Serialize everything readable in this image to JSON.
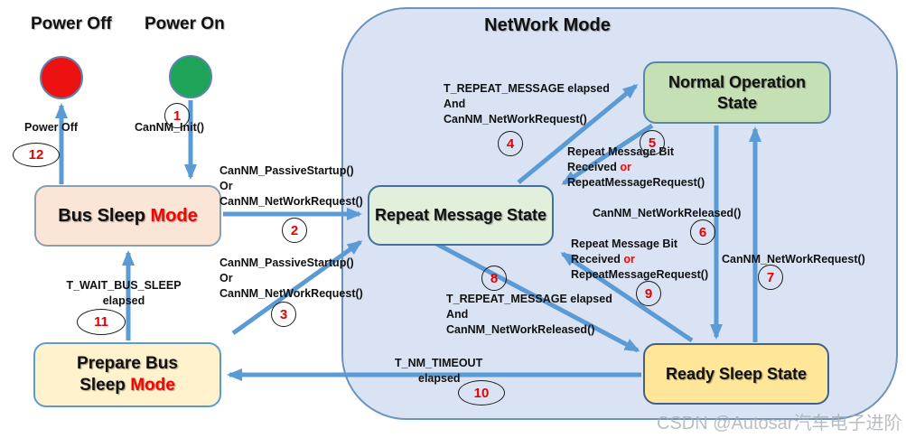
{
  "page": {
    "power_off_label": "Power Off",
    "power_on_label": "Power On",
    "watermark": "CSDN @Autosar汽车电子进阶"
  },
  "network_mode": {
    "title_main": "NetWork ",
    "title_accent": "Mode"
  },
  "states": {
    "bus_sleep": {
      "text_main": "Bus Sleep ",
      "text_accent": "Mode"
    },
    "prepare": {
      "line1": "Prepare Bus",
      "line2_main": "Sleep ",
      "line2_accent": "Mode"
    },
    "repeat": {
      "label": "Repeat Message State"
    },
    "normal": {
      "line1": "Normal Operation",
      "line2": "State"
    },
    "ready": {
      "label": "Ready Sleep State"
    }
  },
  "transitions": {
    "t1": {
      "num": "1",
      "line1": "CanNM_Init()"
    },
    "t2": {
      "num": "2",
      "line1": "CanNM_PassiveStartup()",
      "line2": "Or",
      "line3": "CanNM_NetWorkRequest()"
    },
    "t3": {
      "num": "3",
      "line1": "CanNM_PassiveStartup()",
      "line2": "Or",
      "line3": "CanNM_NetWorkRequest()"
    },
    "t4": {
      "num": "4",
      "line1": "T_REPEAT_MESSAGE elapsed",
      "line2": "And",
      "line3": "CanNM_NetWorkRequest()"
    },
    "t5": {
      "num": "5",
      "line1": "Repeat Message Bit",
      "line2_main": "Received  ",
      "line2_accent": "or",
      "line3": "RepeatMessageRequest()"
    },
    "t6": {
      "num": "6",
      "line1": "CanNM_NetWorkReleased()"
    },
    "t7": {
      "num": "7",
      "line1": "CanNM_NetWorkRequest()"
    },
    "t8": {
      "num": "8",
      "line1": "T_REPEAT_MESSAGE elapsed",
      "line2": "And",
      "line3": "CanNM_NetWorkReleased()"
    },
    "t9": {
      "num": "9",
      "line1": "Repeat Message Bit",
      "line2_main": "Received  ",
      "line2_accent": "or",
      "line3": "RepeatMessageRequest()"
    },
    "t10": {
      "num": "10",
      "line1": "T_NM_TIMEOUT",
      "line2": "elapsed"
    },
    "t11": {
      "num": "11",
      "line1": "T_WAIT_BUS_SLEEP",
      "line2": "elapsed"
    },
    "t12": {
      "num": "12",
      "line1": "Power Off"
    }
  },
  "colors": {
    "arrow_blue": "#5b9bd5",
    "container_fill": "#dae3f3",
    "bus_sleep_fill": "#fbe5d6",
    "prepare_fill": "#fff2cc",
    "repeat_fill": "#e2efda",
    "normal_fill": "#c5e0b4",
    "ready_fill": "#ffe699",
    "accent_red": "#ff0000",
    "start_green": "#1ea458",
    "stop_red": "#ee1111"
  }
}
